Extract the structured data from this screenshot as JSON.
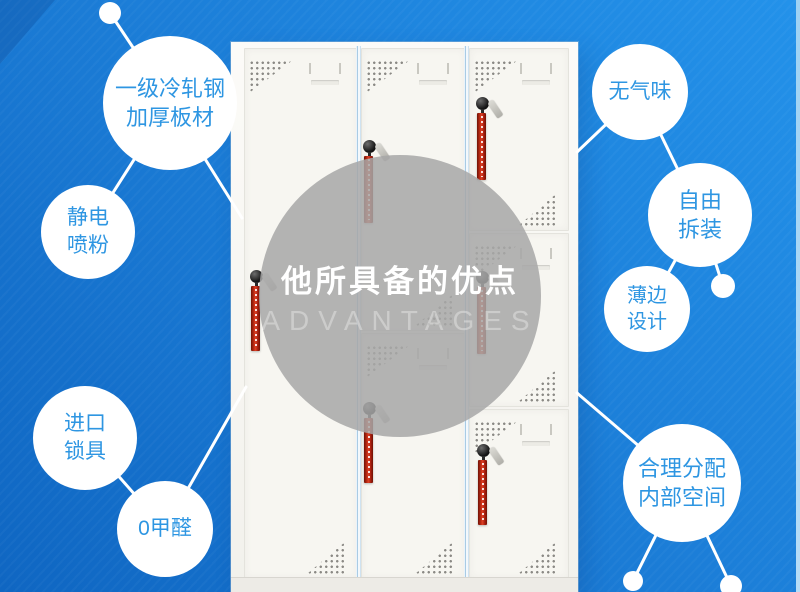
{
  "overlay": {
    "title_cn": "他所具备的优点",
    "title_en": "ADVANTAGES"
  },
  "features": [
    {
      "name": "cold-rolled-steel",
      "label": "一级冷轧钢\n加厚板材"
    },
    {
      "name": "electrostatic-spray",
      "label": "静电\n喷粉"
    },
    {
      "name": "imported-lock",
      "label": "进口\n锁具"
    },
    {
      "name": "zero-formaldehyde",
      "label": "0甲醛"
    },
    {
      "name": "no-odor",
      "label": "无气味"
    },
    {
      "name": "free-disassembly",
      "label": "自由\n拆装"
    },
    {
      "name": "thin-edge-design",
      "label": "薄边\n设计"
    },
    {
      "name": "space-allocation",
      "label": "合理分配\n内部空间"
    }
  ],
  "colors": {
    "background_dark": "#0f66c2",
    "background_light": "#2392ea",
    "bubble_fill": "#ffffff",
    "bubble_text": "#2e96e2",
    "connector_line": "#ffffff",
    "overlay_circle": "rgba(167,167,167,0.85)",
    "overlay_title": "#ffffff",
    "cabinet_body": "#f7f6f1",
    "seal_strip_red": "#c52e16",
    "lock_knob": "#141414"
  }
}
